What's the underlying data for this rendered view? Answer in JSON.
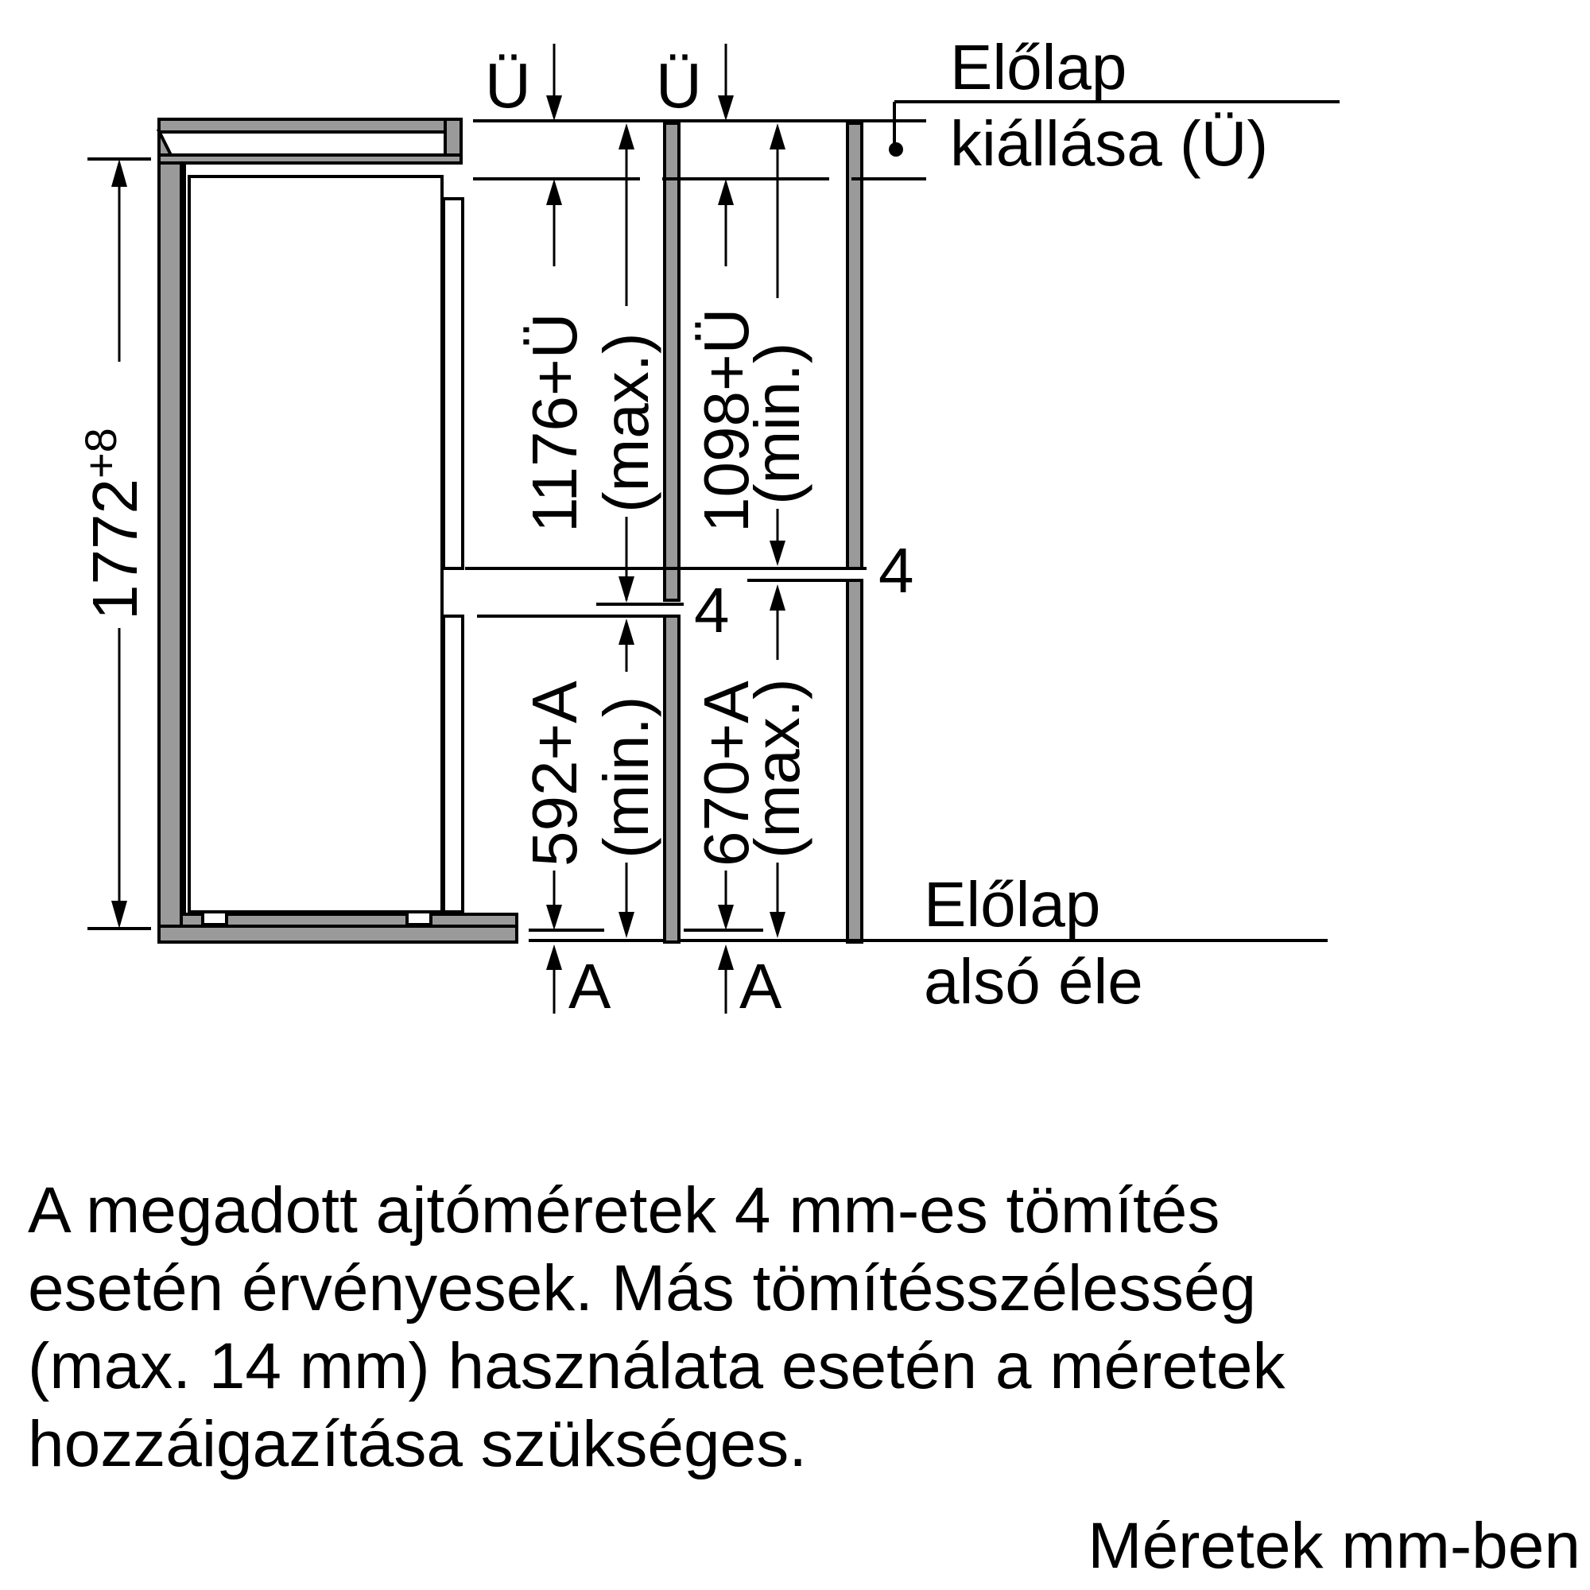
{
  "labels": {
    "front_projection_line1": "Előlap",
    "front_projection_line2": "kiállása (Ü)",
    "front_bottom_line1": "Előlap",
    "front_bottom_line2": "alsó éle",
    "u_top_1": "Ü",
    "u_top_2": "Ü",
    "a_bottom_1": "A",
    "a_bottom_2": "A"
  },
  "dimensions": {
    "total_height_main": "1772",
    "total_height_tol": "+8",
    "upper_door_max": "1176+Ü",
    "upper_door_max_note": "(max.)",
    "upper_door_min": "1098+Ü",
    "upper_door_min_note": "(min.)",
    "lower_door_min": "592+A",
    "lower_door_min_note": "(min.)",
    "lower_door_max": "670+A",
    "lower_door_max_note": "(max.)",
    "gap_right": "4",
    "gap_mid": "4"
  },
  "note": {
    "line1": "A megadott ajtóméretek 4 mm-es tömítés",
    "line2": "esetén érvényesek. Más tömítésszélesség",
    "line3": "(max. 14 mm) használata esetén a méretek",
    "line4": "hozzáigazítása szükséges."
  },
  "units": "Méretek mm-ben"
}
